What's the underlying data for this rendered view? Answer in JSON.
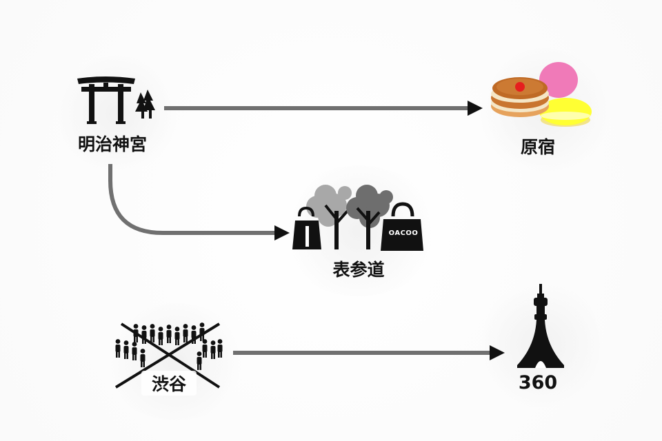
{
  "nodes": {
    "meiji": {
      "label": "明治神宮",
      "icon": "torii-gate-with-trees-icon"
    },
    "harajuku": {
      "label": "原宿",
      "icon": "pancakes-and-macarons-icon"
    },
    "omotesando": {
      "label": "表参道",
      "icon": "trees-and-shopping-bags-icon",
      "bag_text": "OACOO"
    },
    "shibuya": {
      "label": "渋谷",
      "icon": "crowd-crossed-out-icon"
    },
    "tower": {
      "label": "360",
      "icon": "tower-icon"
    }
  },
  "edges": [
    {
      "from": "meiji",
      "to": "harajuku",
      "style": "straight"
    },
    {
      "from": "meiji",
      "to": "omotesando",
      "style": "curved"
    },
    {
      "from": "shibuya",
      "to": "tower",
      "style": "straight"
    }
  ],
  "colors": {
    "arrow": "#707070",
    "arrowhead": "#111111",
    "icon": "#111111"
  }
}
